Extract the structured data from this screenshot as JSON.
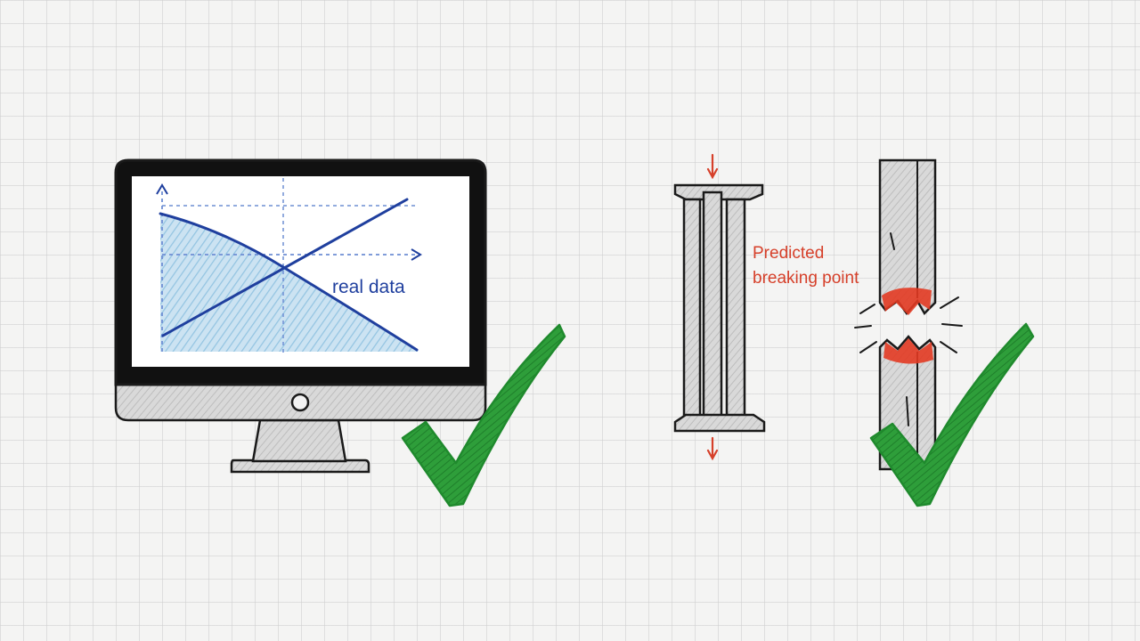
{
  "monitor": {
    "screen_label": "real data"
  },
  "beam": {
    "predicted_label_line1": "Predicted",
    "predicted_label_line2": "breaking point"
  },
  "colors": {
    "outline": "#1a1a1a",
    "screen_bg": "#ffffff",
    "chart_line": "#1f3f9e",
    "chart_fill": "#9fcbe6",
    "check_green": "#2e9e3a",
    "stress_red": "#d6402a",
    "metal_gray": "#d4d4d4"
  },
  "icons": [
    "monitor-icon",
    "checkmark-icon",
    "i-beam-icon",
    "broken-beam-icon",
    "arrow-down-icon"
  ]
}
